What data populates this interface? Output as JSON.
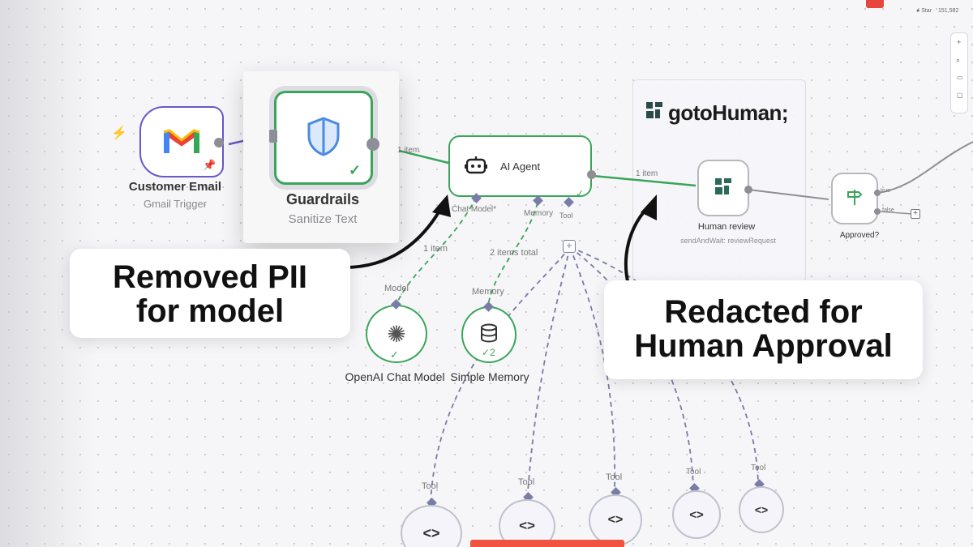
{
  "nodes": {
    "customer_email": {
      "title": "Customer Email",
      "subtitle": "Gmail Trigger"
    },
    "guardrails": {
      "title": "Guardrails",
      "subtitle": "Sanitize Text"
    },
    "ai_agent": {
      "title": "AI Agent",
      "port_chat_model": "Chat Model*",
      "port_memory": "Memory",
      "port_tool": "Tool"
    },
    "goto_human": {
      "brand": "gotoHuman;"
    },
    "human_review": {
      "title": "Human review",
      "subtitle": "sendAndWait: reviewRequest"
    },
    "approved": {
      "title": "Approved?",
      "branch_true": "true",
      "branch_false": "false"
    },
    "openai": {
      "title": "OpenAI Chat Model",
      "port": "Model"
    },
    "memory": {
      "title": "Simple Memory",
      "port": "Memory",
      "badge": "2"
    },
    "tools": [
      "Tool",
      "Tool",
      "Tool",
      "Tool",
      "Tool"
    ]
  },
  "edges": {
    "guardrails_to_agent": "1 item",
    "agent_to_review": "1 item",
    "model_items": "1 item",
    "memory_items": "2 items total"
  },
  "callouts": {
    "left_line1": "Removed PII",
    "left_line2": "for model",
    "right_line1": "Redacted for",
    "right_line2": "Human Approval"
  },
  "topbar": {
    "star_label": "Star",
    "star_count": "151,562"
  },
  "colors": {
    "success": "#3aa55a",
    "gmail_border": "#6b57c9",
    "accent_red": "#e8453c",
    "tool_line": "#7a7ba8"
  },
  "icons": [
    "gmail-icon",
    "shield-icon",
    "robot-icon",
    "gotohuman-logo-icon",
    "signpost-icon",
    "openai-icon",
    "database-icon",
    "code-icon",
    "plus-icon",
    "check-icon",
    "lightning-icon",
    "pin-icon"
  ]
}
